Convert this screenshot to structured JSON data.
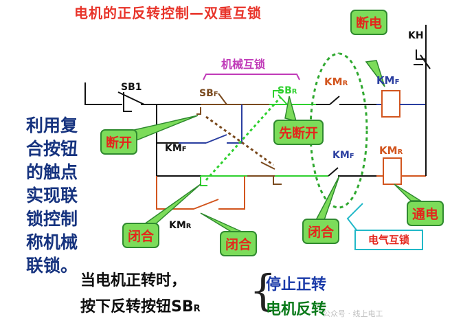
{
  "title": "电机的正反转控制—双重互锁",
  "side_text": [
    "利用复",
    "合按钮",
    "的触点",
    "实现联",
    "锁控制",
    "称机械",
    "联锁。"
  ],
  "bottom": {
    "line1": "当电机正转时，",
    "line2_prefix": "按下反转按钮SB",
    "line2_sub": "R",
    "result1": "停止正转",
    "result2": "电机反转"
  },
  "callouts": {
    "duanean_left": "断开",
    "xian_duankai": "先断开",
    "duandian": "断电",
    "tongdian": "通电",
    "bihe_left": "闭合",
    "bihe_mid": "闭合",
    "bihe_right": "闭合",
    "mechanical_interlock": "机械互锁",
    "electrical_interlock": "电气互锁"
  },
  "labels": {
    "sb1": "SB1",
    "sbf_main": "SB",
    "sbf_sub": "F",
    "sbr_main": "SB",
    "sbr_sub": "R",
    "kmr_top_main": "KM",
    "kmr_top_sub": "R",
    "kmf_coil_main": "KM",
    "kmf_coil_sub": "F",
    "kmf_left_main": "KM",
    "kmf_left_sub": "F",
    "kmf_mid_main": "KM",
    "kmf_mid_sub": "F",
    "kmr_coil_main": "KM",
    "kmr_coil_sub": "R",
    "kmr_bottom_main": "KM",
    "kmr_bottom_sub": "R",
    "kh": "KH"
  },
  "watermark": "公众号 · 线上电工",
  "colors": {
    "title": "#e8342a",
    "side_text": "#16337f",
    "callout_bg": "#7cdc5a",
    "callout_text": "#e4261c",
    "wire_black": "#111111",
    "wire_brown": "#7a4a1e",
    "wire_blue": "#2a3ea0",
    "wire_green": "#2fd02f",
    "wire_orange": "#d2551e",
    "magenta": "#c03ab8",
    "cyan": "#21b8c8"
  }
}
